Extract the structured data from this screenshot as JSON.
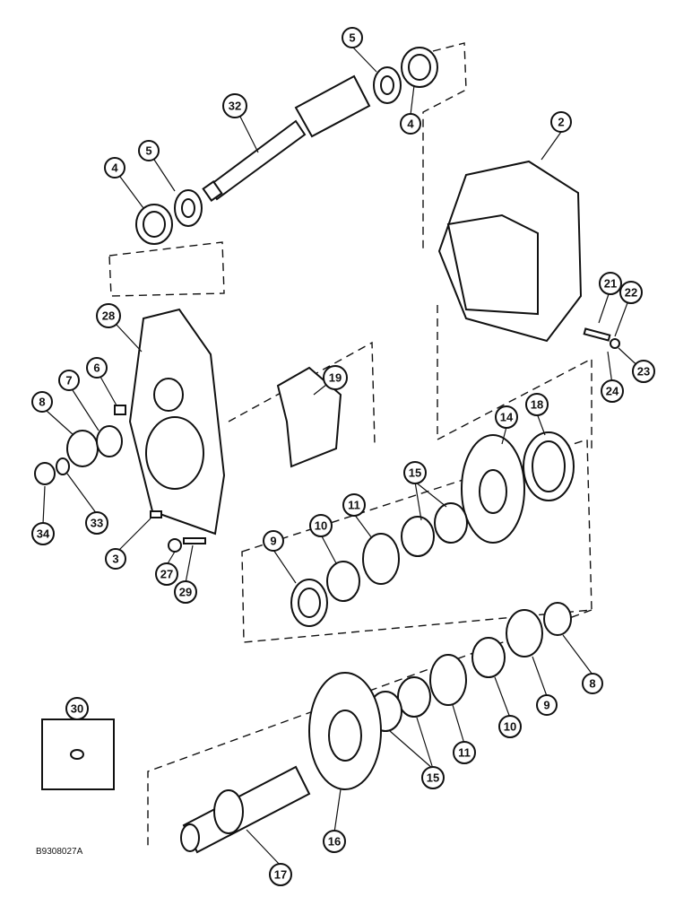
{
  "figure_ref": "B9308027A",
  "callouts": [
    {
      "id": "c5a",
      "label": "5"
    },
    {
      "id": "c4a",
      "label": "4"
    },
    {
      "id": "c32",
      "label": "32"
    },
    {
      "id": "c5b",
      "label": "5"
    },
    {
      "id": "c4b",
      "label": "4"
    },
    {
      "id": "c2",
      "label": "2"
    },
    {
      "id": "c28",
      "label": "28"
    },
    {
      "id": "c6",
      "label": "6"
    },
    {
      "id": "c7",
      "label": "7"
    },
    {
      "id": "c8a",
      "label": "8"
    },
    {
      "id": "c19",
      "label": "19"
    },
    {
      "id": "c21",
      "label": "21"
    },
    {
      "id": "c22",
      "label": "22"
    },
    {
      "id": "c23",
      "label": "23"
    },
    {
      "id": "c24",
      "label": "24"
    },
    {
      "id": "c14",
      "label": "14"
    },
    {
      "id": "c18",
      "label": "18"
    },
    {
      "id": "c15a",
      "label": "15"
    },
    {
      "id": "c11a",
      "label": "11"
    },
    {
      "id": "c10a",
      "label": "10"
    },
    {
      "id": "c9a",
      "label": "9"
    },
    {
      "id": "c33",
      "label": "33"
    },
    {
      "id": "c34",
      "label": "34"
    },
    {
      "id": "c3",
      "label": "3"
    },
    {
      "id": "c27",
      "label": "27"
    },
    {
      "id": "c29",
      "label": "29"
    },
    {
      "id": "c8b",
      "label": "8"
    },
    {
      "id": "c9b",
      "label": "9"
    },
    {
      "id": "c10b",
      "label": "10"
    },
    {
      "id": "c11b",
      "label": "11"
    },
    {
      "id": "c15b",
      "label": "15"
    },
    {
      "id": "c16",
      "label": "16"
    },
    {
      "id": "c17",
      "label": "17"
    },
    {
      "id": "c30",
      "label": "30"
    }
  ]
}
